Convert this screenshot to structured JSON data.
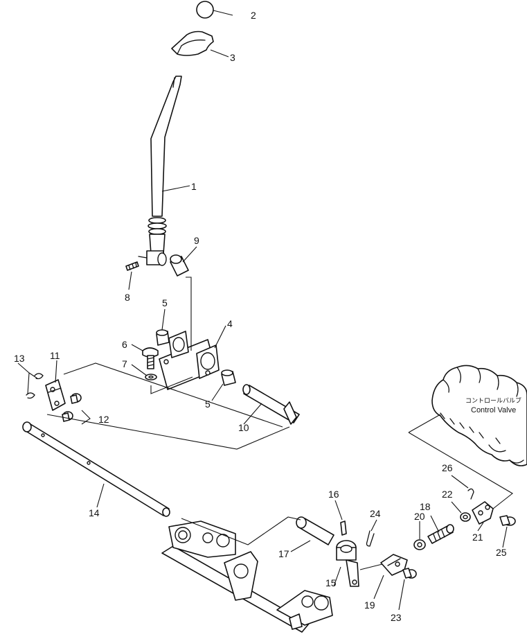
{
  "callouts": {
    "c1": "1",
    "c2": "2",
    "c3": "3",
    "c4": "4",
    "c5a": "5",
    "c5b": "5",
    "c6": "6",
    "c7": "7",
    "c8": "8",
    "c9": "9",
    "c10": "10",
    "c11": "11",
    "c12": "12",
    "c13": "13",
    "c14": "14",
    "c15": "15",
    "c16": "16",
    "c17": "17",
    "c18": "18",
    "c19": "19",
    "c20": "20",
    "c21": "21",
    "c22": "22",
    "c23": "23",
    "c24": "24",
    "c25": "25",
    "c26": "26"
  },
  "control_valve": {
    "label_jp": "コントロールバルブ",
    "label_en": "Control Valve"
  }
}
